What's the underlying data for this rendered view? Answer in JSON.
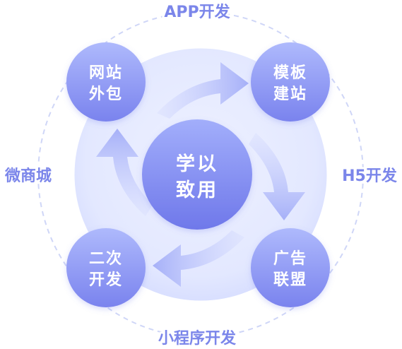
{
  "center": {
    "line1": "学以",
    "line2": "致用"
  },
  "nodes": {
    "top_left": {
      "line1": "网站",
      "line2": "外包"
    },
    "top_right": {
      "line1": "模板",
      "line2": "建站"
    },
    "bottom_right": {
      "line1": "广告",
      "line2": "联盟"
    },
    "bottom_left": {
      "line1": "二次",
      "line2": "开发"
    }
  },
  "outer_labels": {
    "top": "APP开发",
    "right": "H5开发",
    "bottom": "小程序开发",
    "left": "微商城"
  },
  "colors": {
    "accent": "#7b86ea",
    "node_light": "#a9b4fb",
    "node_dark": "#7d86ef",
    "ring": "#cfd6fb"
  }
}
